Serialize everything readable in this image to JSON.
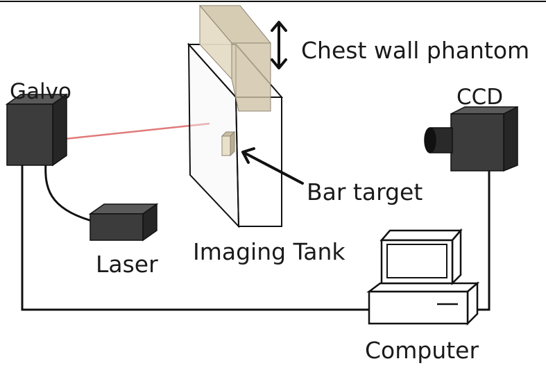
{
  "labels": {
    "chest_wall_phantom": "Chest wall phantom",
    "galvo": "Galvo",
    "ccd": "CCD",
    "bar_target": "Bar target",
    "laser": "Laser",
    "imaging_tank": "Imaging Tank",
    "computer": "Computer"
  },
  "colors": {
    "box_front": "#3c3c3c",
    "box_top": "#5a5a5a",
    "box_side": "#262626",
    "phantom": "#e6dcc6",
    "phantom_dark": "#cfc3a8",
    "beam": "#e07a7a",
    "line": "#111111"
  }
}
